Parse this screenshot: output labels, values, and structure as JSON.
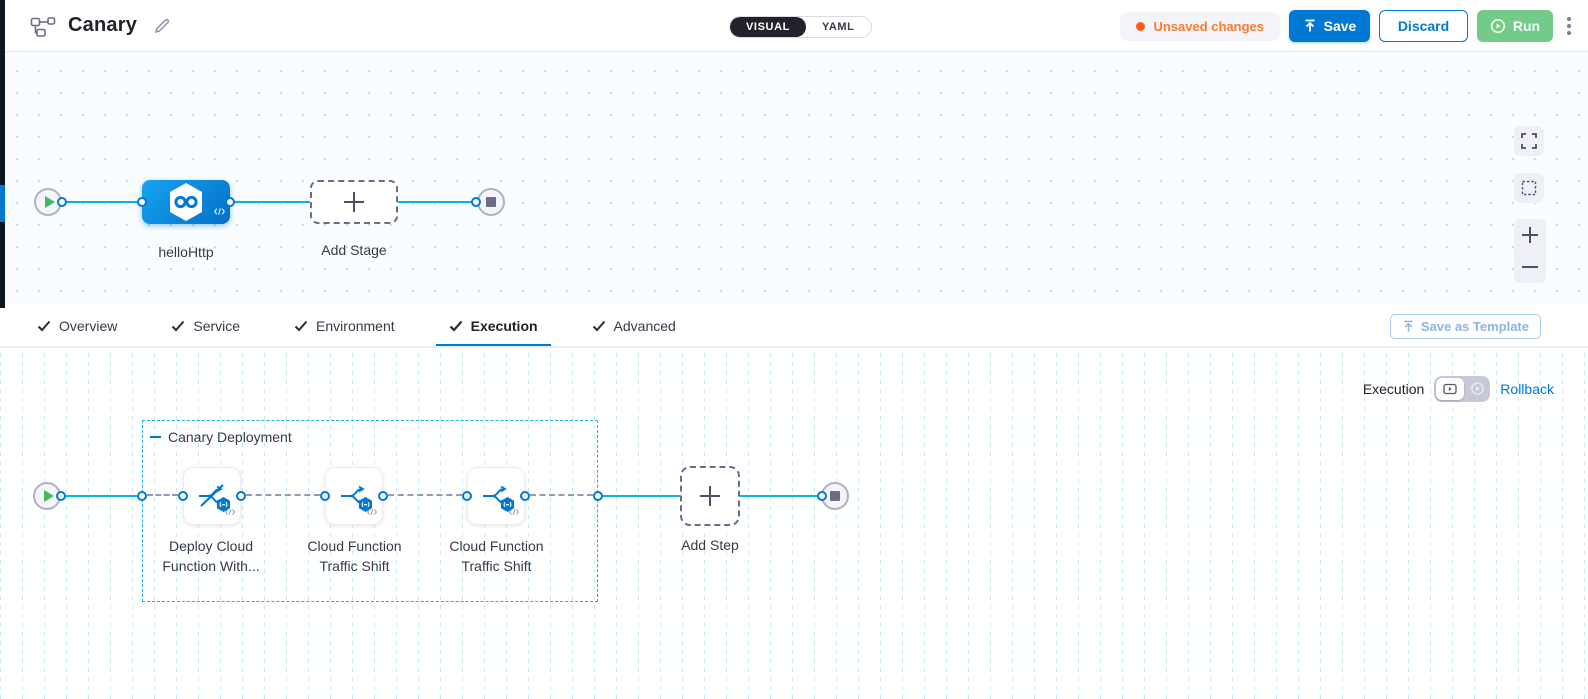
{
  "header": {
    "title": "Canary",
    "mode_toggle": {
      "visual": "VISUAL",
      "yaml": "YAML",
      "active": "VISUAL"
    },
    "unsaved_badge": "Unsaved changes",
    "save_button": "Save",
    "discard_button": "Discard",
    "run_button": "Run"
  },
  "stage_canvas": {
    "stage_name": "helloHttp",
    "add_stage_label": "Add Stage"
  },
  "tabs": {
    "items": [
      {
        "label": "Overview"
      },
      {
        "label": "Service"
      },
      {
        "label": "Environment"
      },
      {
        "label": "Execution"
      },
      {
        "label": "Advanced"
      }
    ],
    "active": "Execution",
    "save_as_template": "Save as Template"
  },
  "execution_panel": {
    "mode_label": "Execution",
    "rollback_link": "Rollback",
    "group_label": "Canary Deployment",
    "steps": [
      {
        "label": "Deploy Cloud Function With..."
      },
      {
        "label": "Cloud Function Traffic Shift"
      },
      {
        "label": "Cloud Function Traffic Shift"
      }
    ],
    "add_step_label": "Add Step"
  },
  "colors": {
    "accent_blue": "#0278d5",
    "link_cyan": "#0aafe6",
    "unsaved_orange": "#ff7b26",
    "run_green": "#74cb89",
    "rail_navy": "#0d1522"
  }
}
